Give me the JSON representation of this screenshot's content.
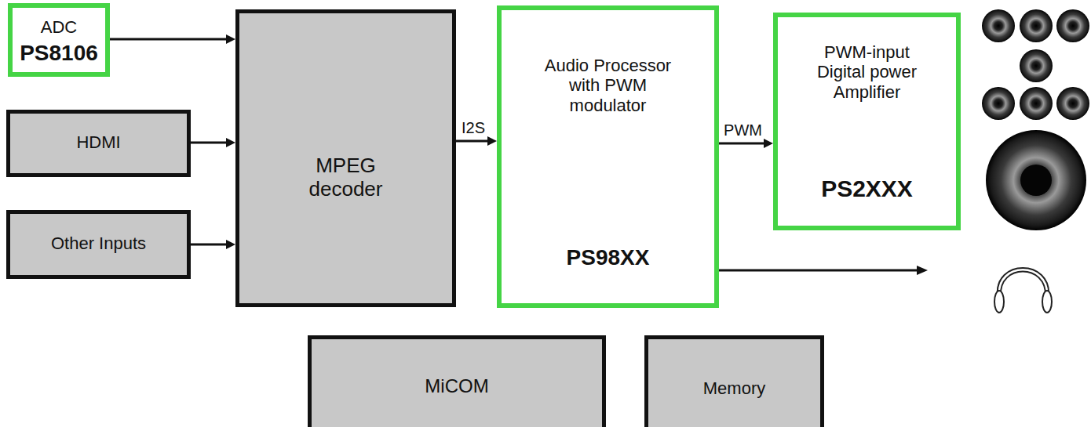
{
  "diagram": {
    "nodes": [
      {
        "text": [
          "ADC",
          "PS8106"
        ]
      },
      {
        "text": [
          "HDMI"
        ]
      },
      {
        "text": [
          "Other Inputs"
        ]
      },
      {
        "text": [
          "MPEG decoder"
        ]
      },
      {
        "text": [
          "Audio Processor with PWM modulator",
          "PS98XX"
        ]
      },
      {
        "text": [
          "PWM-input Digital power Amplifier",
          "PS2XXX"
        ]
      },
      {
        "text": [
          "MiCOM"
        ]
      },
      {
        "text": [
          "Memory"
        ]
      }
    ],
    "edges": [
      {
        "from": 0,
        "to": 3,
        "arrow": "to"
      },
      {
        "from": 1,
        "to": 3,
        "arrow": "to"
      },
      {
        "from": 2,
        "to": 3,
        "arrow": "to"
      },
      {
        "from": 3,
        "to": 4,
        "label": "I2S",
        "arrow": "to"
      },
      {
        "from": 4,
        "to": 5,
        "label": "PWM",
        "arrow": "to"
      }
    ]
  }
}
